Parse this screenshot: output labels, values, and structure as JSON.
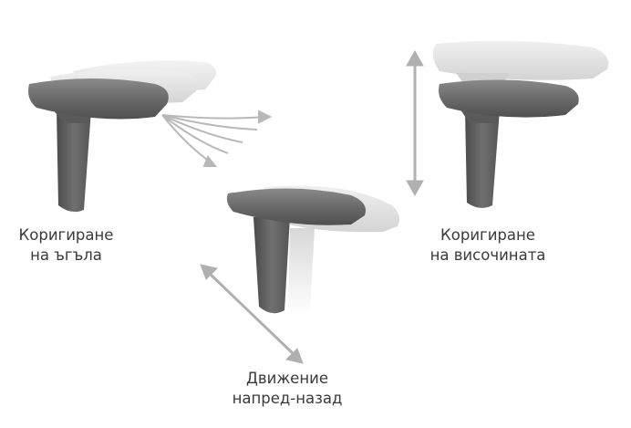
{
  "labels": {
    "angle": {
      "line1": "Коригиране",
      "line2": "на ъгъла"
    },
    "forward_back": {
      "line1": "Движение",
      "line2": "напред-назад"
    },
    "height": {
      "line1": "Коригиране",
      "line2": "на височината"
    }
  },
  "colors": {
    "pad_dark": "#6e6e6e",
    "pad_ghost": "#e2e2e2",
    "post": "#5e5e5e",
    "arrow": "#b0b0b0",
    "text": "#3a3a3a"
  }
}
